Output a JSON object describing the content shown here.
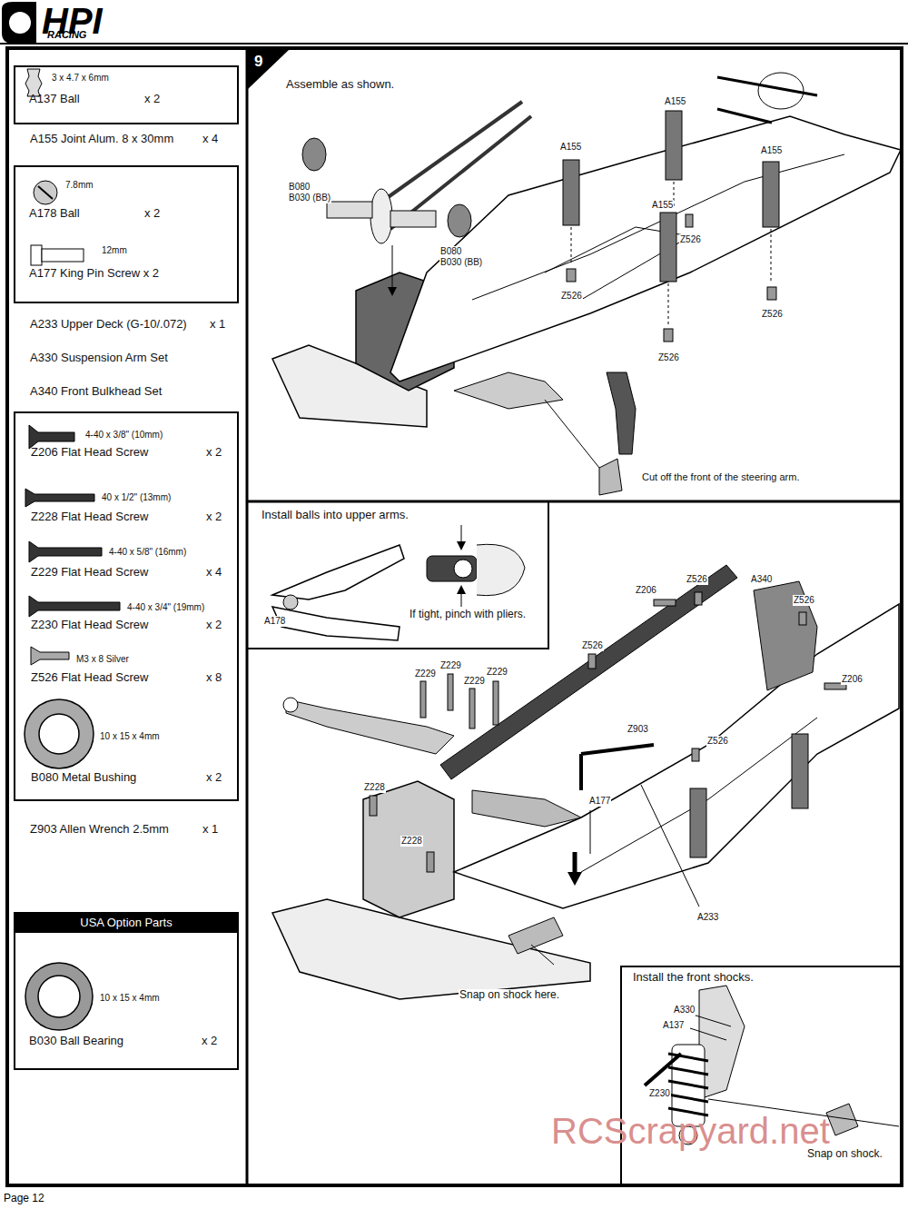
{
  "diagram": {
    "nodes": [
      {
        "text": [
          "3 x 4.7 x 6mm",
          "A137  Ball",
          "x 2"
        ]
      },
      {
        "text": [
          "7.8mm",
          "A178  Ball",
          "x 2",
          "12mm",
          "A177  King Pin Screw x 2"
        ]
      },
      {
        "text": [
          "4-40 x 3/8\" (10mm)",
          "Z206  Flat Head Screw",
          "x 2",
          "40 x 1/2\" (13mm)",
          "Z228  Flat Head Screw",
          "x 2",
          "4-40 x 5/8\" (16mm)",
          "Z229  Flat Head Screw",
          "x 4",
          "4-40 x 3/4\" (19mm)",
          "Z230  Flat Head Screw",
          "x 2",
          "M3 x 8 Silver",
          "Z526  Flat Head Screw",
          "x 8",
          "10 x 15 x 4mm",
          "B080  Metal Bushing",
          "x 2"
        ]
      },
      {
        "text": [
          "USA Option Parts",
          "10 x 15 x 4mm",
          "B030  Ball Bearing",
          "x 2"
        ]
      },
      {
        "text": [
          "9",
          "Assemble as shown."
        ]
      },
      {
        "text": [
          "Install balls into upper arms.",
          "If tight, pinch with pliers."
        ]
      },
      {
        "text": [
          "Install the front shocks."
        ]
      }
    ],
    "labels": [
      "HPI",
      "RACING",
      "A155  Joint  Alum. 8 x 30mm",
      "x 4",
      "A233  Upper Deck (G-10/.072)",
      "x 1",
      "A330  Suspension Arm Set",
      "A340  Front Bulkhead Set",
      "Z903  Allen Wrench 2.5mm",
      "x 1",
      "A155",
      "A155",
      "A155",
      "A155",
      "B080",
      "B030 (BB)",
      "Z526",
      "B080",
      "B030 (BB)",
      "Z526",
      "Z526",
      "Z526",
      "Cut off the front of the steering arm.",
      "Z526",
      "A340",
      "Z206",
      "Z526",
      "A178",
      "Z526",
      "Z229",
      "Z229",
      "Z229",
      "Z229",
      "Z206",
      "Z903",
      "Z526",
      "Z228",
      "A177",
      "Z228",
      "A233",
      "Snap on shock here.",
      "A330",
      "A137",
      "Z230",
      "Snap on shock.",
      "RCScrapyard.net",
      "Page 12"
    ]
  }
}
